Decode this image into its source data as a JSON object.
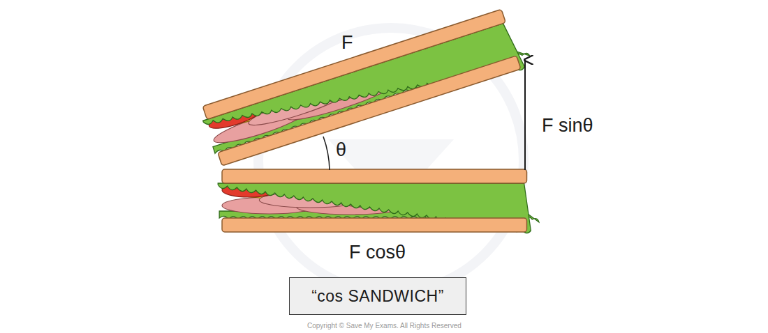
{
  "diagram": {
    "nodes": [
      {
        "text": [
          "“cos SANDWICH”"
        ]
      }
    ],
    "labels": [
      "F",
      "θ",
      "F sinθ",
      "F cosθ",
      "Copyright © Save My Exams. All Rights Reserved"
    ]
  }
}
